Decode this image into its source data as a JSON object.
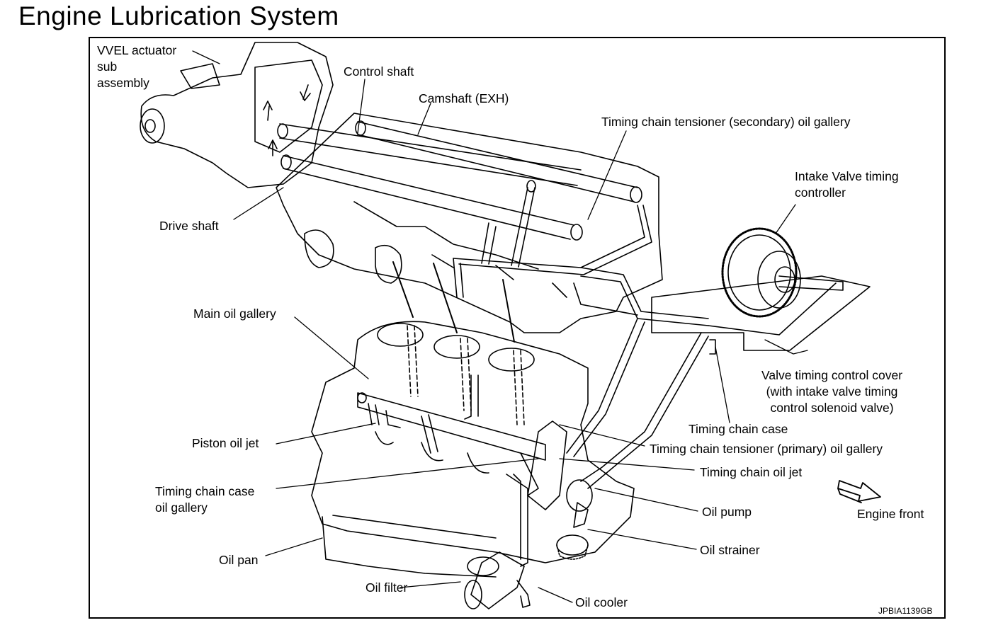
{
  "title": "Engine Lubrication System",
  "image_code": "JPBIA1139GB",
  "labels": {
    "vvel_actuator": "VVEL actuator\nsub\nassembly",
    "control_shaft": "Control shaft",
    "camshaft_exh": "Camshaft (EXH)",
    "tensioner_secondary": "Timing chain tensioner (secondary) oil gallery",
    "intake_valve_timing_controller": "Intake Valve timing\ncontroller",
    "drive_shaft": "Drive shaft",
    "main_oil_gallery": "Main oil gallery",
    "valve_timing_control_cover": "Valve timing control cover\n(with intake valve timing\ncontrol solenoid valve)",
    "timing_chain_case": "Timing chain case",
    "piston_oil_jet": "Piston oil jet",
    "tensioner_primary": "Timing chain tensioner (primary) oil gallery",
    "timing_chain_oil_jet": "Timing chain oil jet",
    "timing_chain_case_oil_gallery": "Timing chain case\noil gallery",
    "oil_pump": "Oil pump",
    "engine_front": "Engine front",
    "oil_pan": "Oil pan",
    "oil_strainer": "Oil strainer",
    "oil_filter": "Oil filter",
    "oil_cooler": "Oil cooler"
  }
}
